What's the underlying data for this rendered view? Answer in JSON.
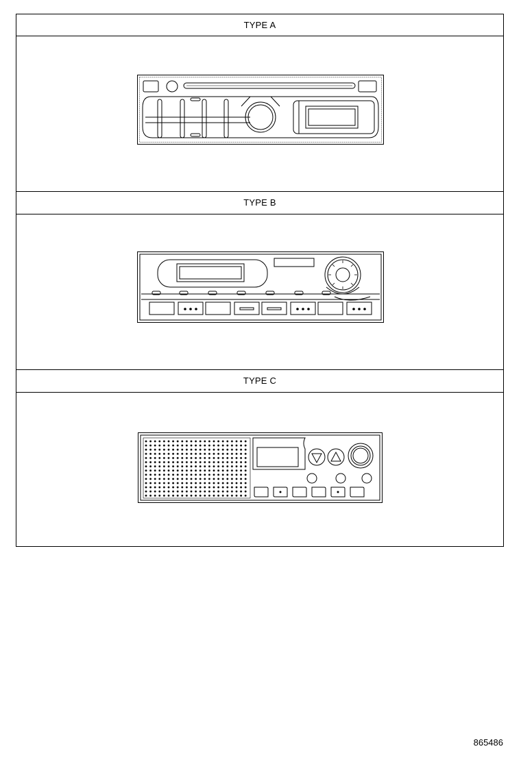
{
  "sections": [
    {
      "title": "TYPE A"
    },
    {
      "title": "TYPE B"
    },
    {
      "title": "TYPE C"
    }
  ],
  "figure_number": "865486"
}
